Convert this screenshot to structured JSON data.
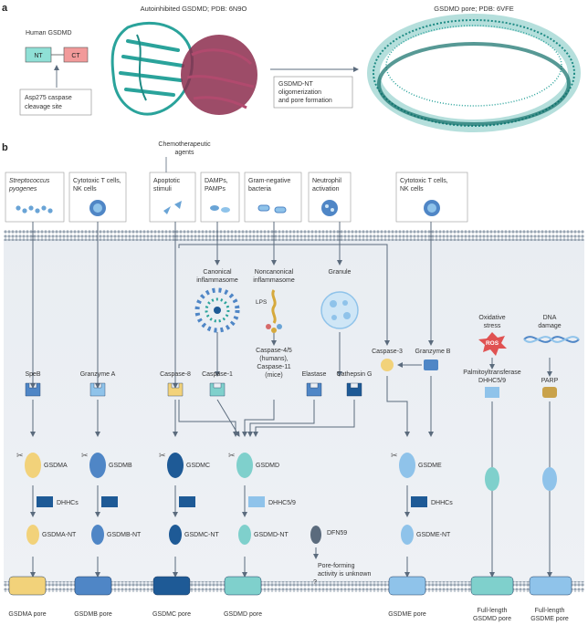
{
  "panel_a": {
    "label": "a",
    "autoinhibited_title": "Autoinhibited GSDMD; PDB: 6N9O",
    "pore_title": "GSDMD pore; PDB: 6VFE",
    "human_label": "Human GSDMD",
    "nt": "NT",
    "ct": "CT",
    "cleavage_line1": "Asp275 caspase",
    "cleavage_line2": "cleavage site",
    "process_line1": "GSDMD-NT",
    "process_line2": "oligomerization",
    "process_line3": "and pore formation"
  },
  "panel_b": {
    "label": "b",
    "chemo_line1": "Chemotherapeutic",
    "chemo_line2": "agents",
    "triggers": [
      {
        "l1": "Streptococcus",
        "l2": "pyogenes",
        "italic": true
      },
      {
        "l1": "Cytotoxic T cells,",
        "l2": "NK cells"
      },
      {
        "l1": "Apoptotic",
        "l2": "stimuli"
      },
      {
        "l1": "DAMPs,",
        "l2": "PAMPs"
      },
      {
        "l1": "Gram-negative",
        "l2": "bacteria"
      },
      {
        "l1": "Neutrophil",
        "l2": "activation"
      },
      {
        "l1": "Cytotoxic T cells,",
        "l2": "NK cells"
      }
    ],
    "canonical_l1": "Canonical",
    "canonical_l2": "inflammasome",
    "noncanonical_l1": "Noncanonical",
    "noncanonical_l2": "inflammasome",
    "granule": "Granule",
    "lps": "LPS",
    "caspase45_lines": [
      "Caspase-4/5",
      "(humans),",
      "Caspase-11",
      "(mice)"
    ],
    "oxidative_l1": "Oxidative",
    "oxidative_l2": "stress",
    "ros": "ROS",
    "dna_l1": "DNA",
    "dna_l2": "damage",
    "caspase3": "Caspase-3",
    "granzyme_b": "Granzyme B",
    "proteases": [
      "SpeB",
      "Granzyme A",
      "Caspase-8",
      "Caspase-1",
      "Elastase",
      "Cathepsin G"
    ],
    "palm_l1": "Palmitoyltransferase",
    "palm_l2": "DHHC5/9",
    "parp": "PARP",
    "gasdermins": [
      "GSDMA",
      "GSDMB",
      "GSDMC",
      "GSDMD",
      "GSDME"
    ],
    "dhhcs": "DHHCs",
    "dhhc59": "DHHC5/9",
    "nt_forms": [
      "GSDMA-NT",
      "GSDMB-NT",
      "GSDMC-NT",
      "GSDMD-NT",
      "GSDME-NT"
    ],
    "dfn59": "DFN59",
    "pore_unknown_l1": "Pore-forming",
    "pore_unknown_l2": "activity is unknown",
    "question": "?",
    "pores": [
      "GSDMA pore",
      "GSDMB pore",
      "GSDMC pore",
      "GSDMD pore",
      "GSDME pore"
    ],
    "fulllength_gsdmd_l1": "Full-length",
    "fulllength_gsdmd_l2": "GSDMD pore",
    "fulllength_gsdme_l1": "Full-length",
    "fulllength_gsdme_l2": "GSDME pore"
  },
  "colors": {
    "gsdma": "#f2d27a",
    "gsdmb": "#4f86c6",
    "gsdmc": "#1e5a96",
    "gsdmd": "#7fd0cc",
    "gsdme": "#8fc3ea",
    "arrow": "#5b6b7d",
    "membrane_bg": "#e4e9ef",
    "teal": "#2aa39b",
    "maroon": "#8c2d4e"
  }
}
